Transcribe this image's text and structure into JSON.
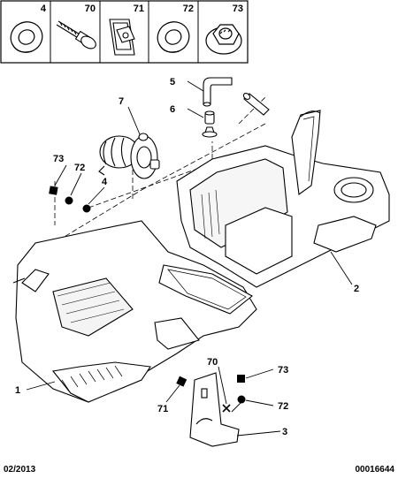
{
  "parts_strip": [
    {
      "number": "4",
      "icon": "washer-icon"
    },
    {
      "number": "70",
      "icon": "screw-icon"
    },
    {
      "number": "71",
      "icon": "clip-nut-icon"
    },
    {
      "number": "72",
      "icon": "washer-icon"
    },
    {
      "number": "73",
      "icon": "flange-nut-icon"
    }
  ],
  "callouts": {
    "c1": "1",
    "c2": "2",
    "c3": "3",
    "c4": "4",
    "c5": "5",
    "c6": "6",
    "c7": "7",
    "c73_top": "73",
    "c72_top": "72",
    "c70_bottom": "70",
    "c71_bottom": "71",
    "c73_right": "73",
    "c72_right": "72"
  },
  "footer": {
    "date": "02/2013",
    "ref": "00016644"
  }
}
